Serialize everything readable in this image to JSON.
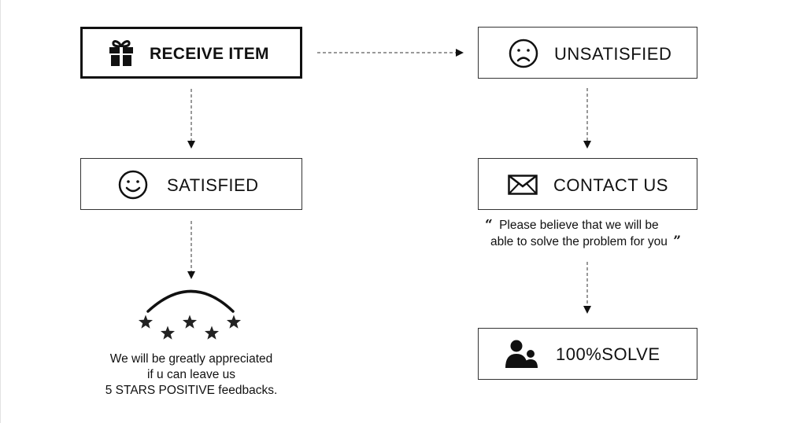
{
  "boxes": {
    "receive_item": {
      "label": "RECEIVE ITEM",
      "icon": "gift-icon"
    },
    "unsatisfied": {
      "label": "UNSATISFIED",
      "icon": "sad-face-icon"
    },
    "satisfied": {
      "label": "SATISFIED",
      "icon": "smiley-face-icon"
    },
    "contact_us": {
      "label": "CONTACT US",
      "icon": "envelope-icon"
    },
    "solve": {
      "label": "100%SOLVE",
      "icon": "people-icon"
    }
  },
  "satisfied_note": {
    "line1": "We will be greatly appreciated",
    "line2": "if u can leave us",
    "line3": "5 STARS POSITIVE feedbacks."
  },
  "contact_note": {
    "open_quote": "“",
    "line1": "Please believe that we will be",
    "line2": "able to solve the problem for you",
    "close_quote": "”"
  },
  "rating": {
    "stars": 5,
    "icon": "star-icon"
  }
}
